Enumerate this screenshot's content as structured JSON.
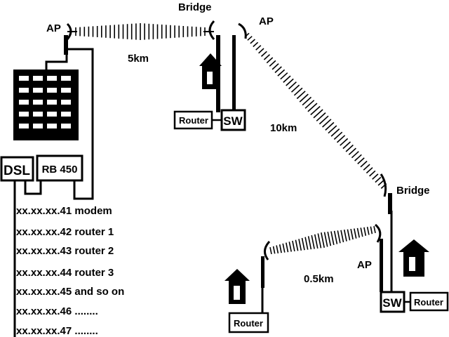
{
  "labels": {
    "ap_left": "AP",
    "bridge_top": "Bridge",
    "ap_top_right": "AP",
    "dist_5km": "5km",
    "dist_10km": "10km",
    "bridge_right": "Bridge",
    "ap_bottom": "AP",
    "dist_05km": "0.5km"
  },
  "devices": {
    "dsl": "DSL",
    "rb450": "RB 450",
    "router_top": "Router",
    "sw_top": "SW",
    "router_bottom_left": "Router",
    "sw_bottom": "SW",
    "router_bottom_right": "Router"
  },
  "ip_list": [
    "xx.xx.xx.41 modem",
    "xx.xx.xx.42 router 1",
    "xx.xx.xx.43 router 2",
    "xx.xx.xx.44 router 3",
    "xx.xx.xx.45 and so on",
    "xx.xx.xx.46 ........",
    "xx.xx.xx.47 ........"
  ]
}
